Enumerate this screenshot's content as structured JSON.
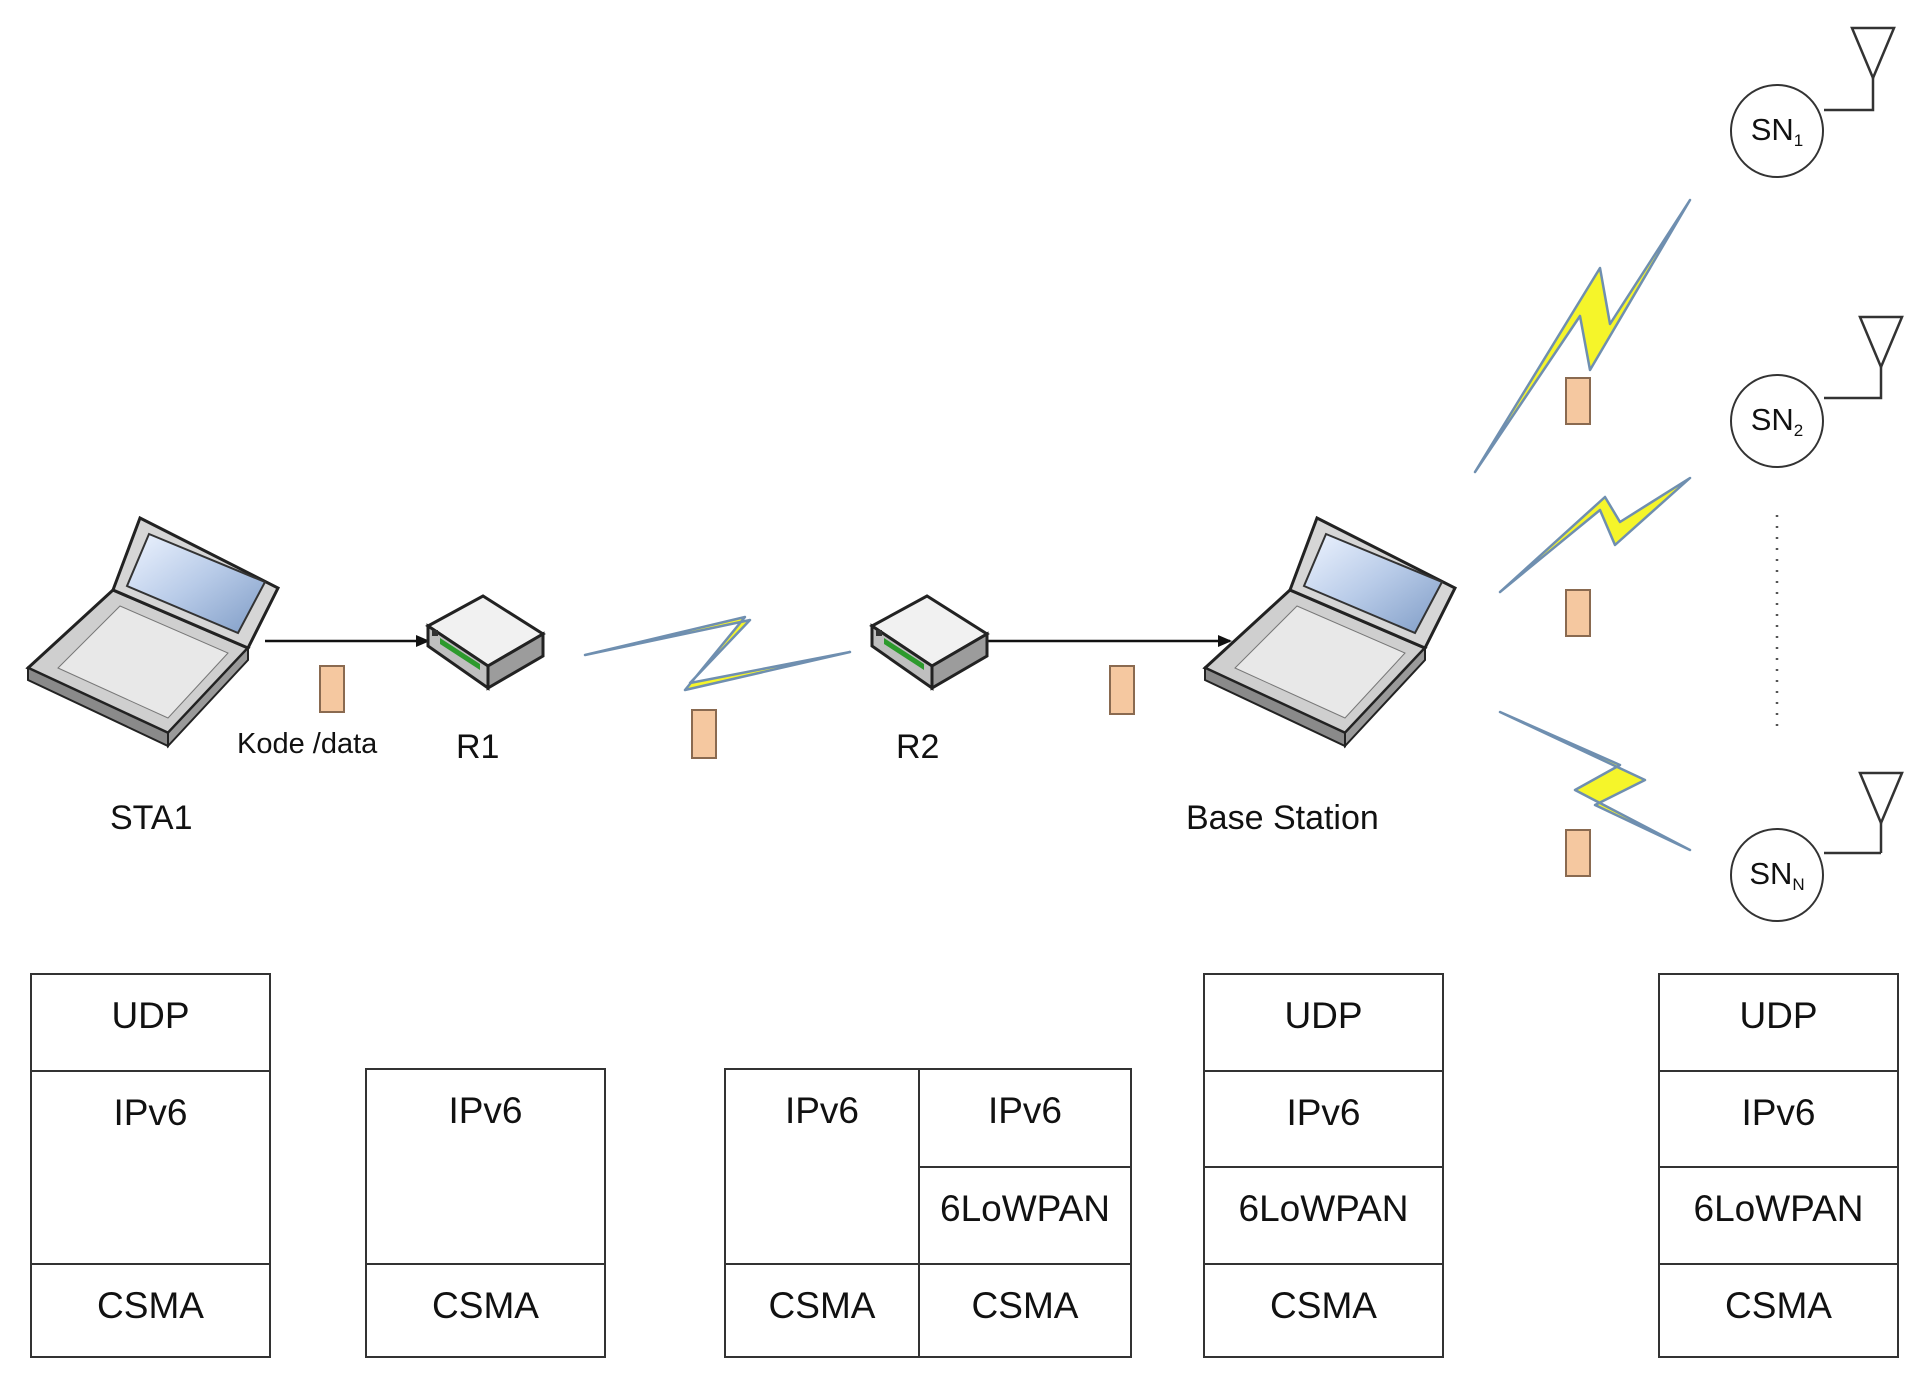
{
  "labels": {
    "sta1": "STA1",
    "kode_data": "Kode /data",
    "r1": "R1",
    "r2": "R2",
    "base_station": "Base Station"
  },
  "sensor_nodes": [
    {
      "prefix": "SN",
      "sub": "1"
    },
    {
      "prefix": "SN",
      "sub": "2"
    },
    {
      "prefix": "SN",
      "sub": "N"
    }
  ],
  "stacks": {
    "sta1": {
      "udp": "UDP",
      "ipv6": "IPv6",
      "csma": "CSMA"
    },
    "r1": {
      "ipv6": "IPv6",
      "csma": "CSMA"
    },
    "r2": {
      "left_ipv6": "IPv6",
      "left_csma": "CSMA",
      "right_ipv6": "IPv6",
      "right_6lowpan": "6LoWPAN",
      "right_csma": "CSMA"
    },
    "base_station": {
      "udp": "UDP",
      "ipv6": "IPv6",
      "lowpan": "6LoWPAN",
      "csma": "CSMA"
    },
    "sensor": {
      "udp": "UDP",
      "ipv6": "IPv6",
      "lowpan": "6LoWPAN",
      "csma": "CSMA"
    }
  },
  "colors": {
    "bolt_fill": "#f5f52a",
    "bolt_edge": "#6f8fb0",
    "packet": "#f5c8a0",
    "line": "#111111"
  }
}
